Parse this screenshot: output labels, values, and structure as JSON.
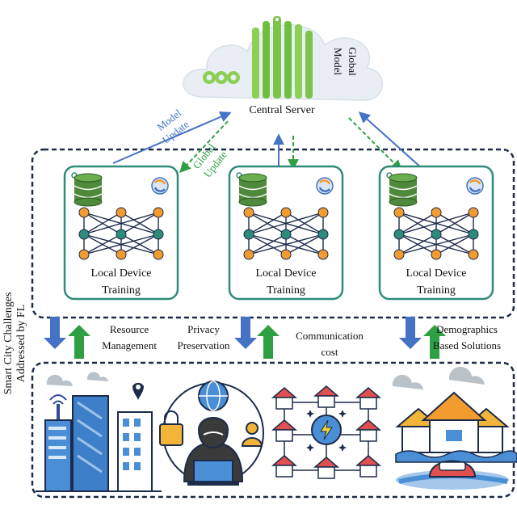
{
  "server": {
    "label": "Central Server"
  },
  "arrows": {
    "model_update": [
      "Model",
      "Update"
    ],
    "global_update": [
      "Global",
      "Update"
    ],
    "global_model": [
      "Global",
      "Model"
    ]
  },
  "devices": [
    {
      "label_line1": "Local Device",
      "label_line2": "Training"
    },
    {
      "label_line1": "Local Device",
      "label_line2": "Training"
    },
    {
      "label_line1": "Local Device",
      "label_line2": "Training"
    }
  ],
  "side_label": [
    "Smart City Challenges",
    "Addressed by FL"
  ],
  "challenges": [
    {
      "lines": [
        "Resource",
        "Management"
      ]
    },
    {
      "lines": [
        "Privacy",
        "Preservation"
      ]
    },
    {
      "lines": [
        "Communication",
        "cost"
      ]
    },
    {
      "lines": [
        "Demographics",
        "Based Solutions"
      ]
    }
  ],
  "colors": {
    "dashed_border": "#1c2b4a",
    "device_border": "#2e8b7a",
    "upload_arrow": "#4472c4",
    "download_arrow": "#2ea043",
    "model_update_text": "#4472c4",
    "global_update_text": "#2ea043",
    "node_orange": "#f29b2f",
    "node_teal": "#2e8b7a",
    "db_green": "#4f8a3c",
    "cloud": "#e8eef3",
    "server_green": "#7cc34a"
  },
  "icons": [
    "cloud-icon",
    "server-icon",
    "gear-icon",
    "database-icon",
    "sync-icon",
    "neural-network-icon",
    "city-buildings-icon",
    "hacker-icon",
    "power-grid-icon",
    "flood-houses-icon"
  ]
}
